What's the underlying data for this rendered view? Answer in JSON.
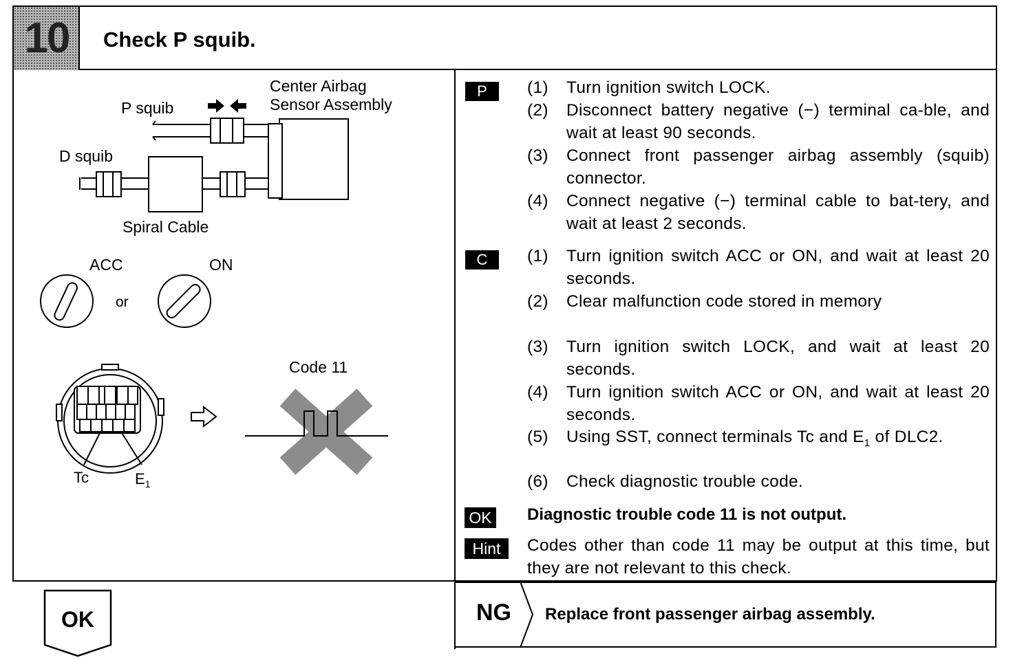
{
  "header": {
    "step_number": "10",
    "title": "Check P squib."
  },
  "diagram": {
    "center_sensor_label_1": "Center Airbag",
    "center_sensor_label_2": "Sensor Assembly",
    "p_squib_label": "P squib",
    "d_squib_label": "D squib",
    "spiral_cable_label": "Spiral Cable",
    "acc_label": "ACC",
    "on_label": "ON",
    "or_label": "or",
    "code_label": "Code 11",
    "tc_label": "Tc",
    "e1_label": "E",
    "e1_sub": "1"
  },
  "sections": {
    "p_badge": "P",
    "p_steps": [
      {
        "num": "(1)",
        "text": "Turn ignition switch LOCK."
      },
      {
        "num": "(2)",
        "text": "Disconnect battery negative (−) terminal ca-ble, and wait at least 90 seconds."
      },
      {
        "num": "(3)",
        "text": "Connect front passenger airbag assembly (squib) connector."
      },
      {
        "num": "(4)",
        "text": "Connect negative (−) terminal cable to bat-tery, and wait at least 2 seconds."
      }
    ],
    "c_badge": "C",
    "c_steps": [
      {
        "num": "(1)",
        "text": "Turn ignition switch ACC or ON, and wait at least 20 seconds."
      },
      {
        "num": "(2)",
        "text": "Clear malfunction code stored in memory"
      },
      {
        "num": "(3)",
        "text": "Turn ignition switch LOCK, and wait at least 20 seconds."
      },
      {
        "num": "(4)",
        "text": "Turn ignition switch ACC or ON, and wait at least 20 seconds."
      },
      {
        "num": "(5)",
        "text": "Using SST, connect terminals Tc and E",
        "sub": "1",
        "text_after": " of DLC2."
      },
      {
        "num": "(6)",
        "text": "Check diagnostic trouble code."
      }
    ],
    "ok_badge": "OK",
    "ok_text": "Diagnostic trouble code 11 is not output.",
    "hint_badge": "Hint",
    "hint_text": "Codes other than code 11 may be output at this time, but they are not relevant to this check."
  },
  "footer": {
    "ok_label": "OK",
    "ng_label": "NG",
    "ng_text": "Replace front passenger airbag assembly."
  }
}
